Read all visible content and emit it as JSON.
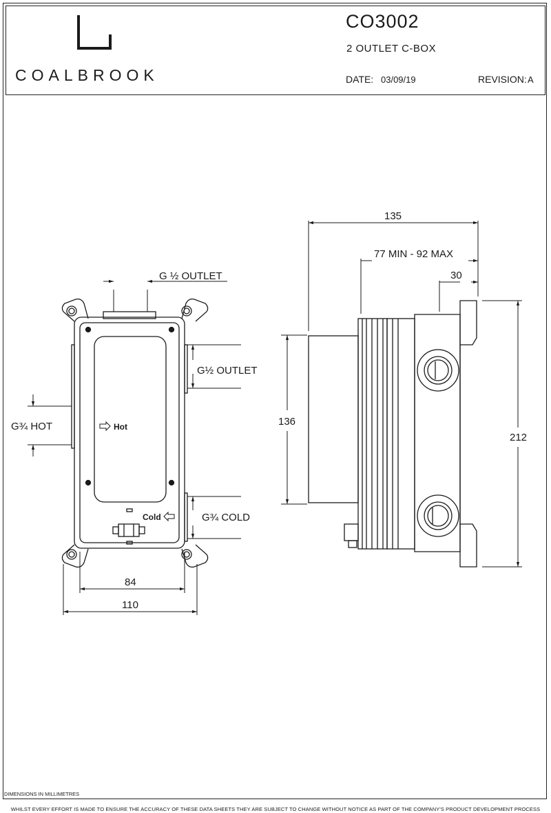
{
  "header": {
    "brand": "COALBROOK",
    "product_code": "CO3002",
    "product_name": "2 OUTLET C-BOX",
    "date_label": "DATE:",
    "date_value": "03/09/19",
    "revision_label": "REVISION:",
    "revision_value": "A"
  },
  "front_view": {
    "label_top_outlet": "G ½ OUTLET",
    "label_side_outlet": "G½ OUTLET",
    "label_hot": "G¾ HOT",
    "label_cold": "G¾ COLD",
    "inner_hot": "Hot",
    "inner_cold": "Cold",
    "dim_inner_width": "84",
    "dim_outer_width": "110"
  },
  "side_view": {
    "dim_depth": "135",
    "dim_adjust": "77 MIN - 92 MAX",
    "dim_flange": "30",
    "dim_body_height": "136",
    "dim_overall_height": "212"
  },
  "footer": {
    "units_note": "DIMENSIONS IN  MILLIMETRES",
    "disclaimer": "WHILST EVERY EFFORT IS MADE TO ENSURE THE ACCURACY OF THESE DATA SHEETS THEY ARE SUBJECT TO CHANGE WITHOUT NOTICE AS PART OF THE COMPANY'S PRODUCT DEVELOPMENT PROCESS"
  }
}
